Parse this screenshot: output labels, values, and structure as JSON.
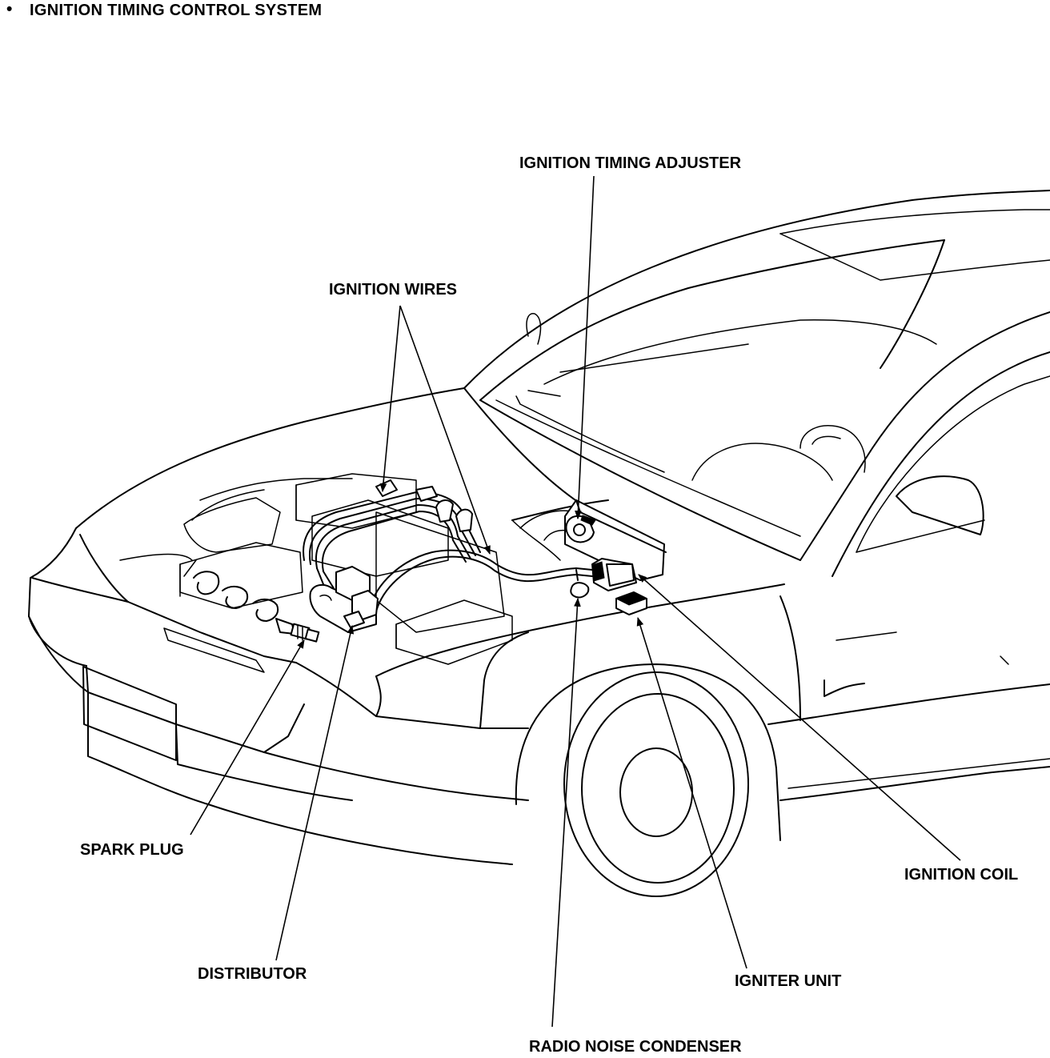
{
  "header": {
    "bullet": "•",
    "title": "IGNITION TIMING CONTROL SYSTEM"
  },
  "labels": {
    "ignition_timing_adjuster": "IGNITION TIMING ADJUSTER",
    "ignition_wires": "IGNITION WIRES",
    "spark_plug": "SPARK PLUG",
    "distributor": "DISTRIBUTOR",
    "radio_noise_condenser": "RADIO NOISE CONDENSER",
    "igniter_unit": "IGNITER UNIT",
    "ignition_coil": "IGNITION COIL"
  }
}
